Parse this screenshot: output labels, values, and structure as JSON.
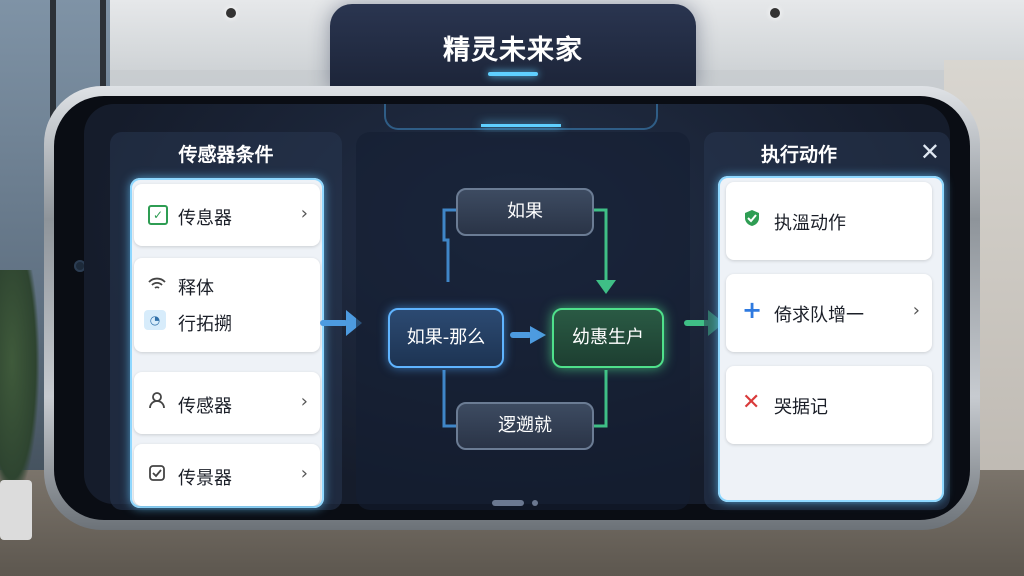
{
  "app": {
    "title": "精灵未来家"
  },
  "left_panel": {
    "title": "传感器条件",
    "items": [
      {
        "icon": "checkbox-check-icon",
        "label": "传息器",
        "has_chevron": true
      },
      {
        "icon": "wifi-icon",
        "label": "释体"
      },
      {
        "icon": "gauge-icon",
        "label": "行拓搠"
      },
      {
        "icon": "person-icon",
        "label": "传感器",
        "has_chevron": true
      },
      {
        "icon": "clock-check-icon",
        "label": "传景器",
        "has_chevron": true
      }
    ]
  },
  "flow": {
    "top_node": "如果",
    "left_node": "如果-那么",
    "right_node": "幼惠生户",
    "bottom_node": "逻遡就"
  },
  "right_panel": {
    "title": "执行动作",
    "items": [
      {
        "icon": "shield-icon",
        "label": "执溫动作",
        "icon_color": "#2e9d53"
      },
      {
        "icon": "plus-icon",
        "label": "倚求队增一",
        "has_chevron": true,
        "icon_color": "#2f7ae0"
      },
      {
        "icon": "close-red-icon",
        "label": "哭据记",
        "icon_color": "#d93a3a"
      }
    ]
  },
  "colors": {
    "accent_blue": "#5fb4ff",
    "accent_green": "#4fe08b",
    "glow_cyan": "#5fd0ff"
  }
}
